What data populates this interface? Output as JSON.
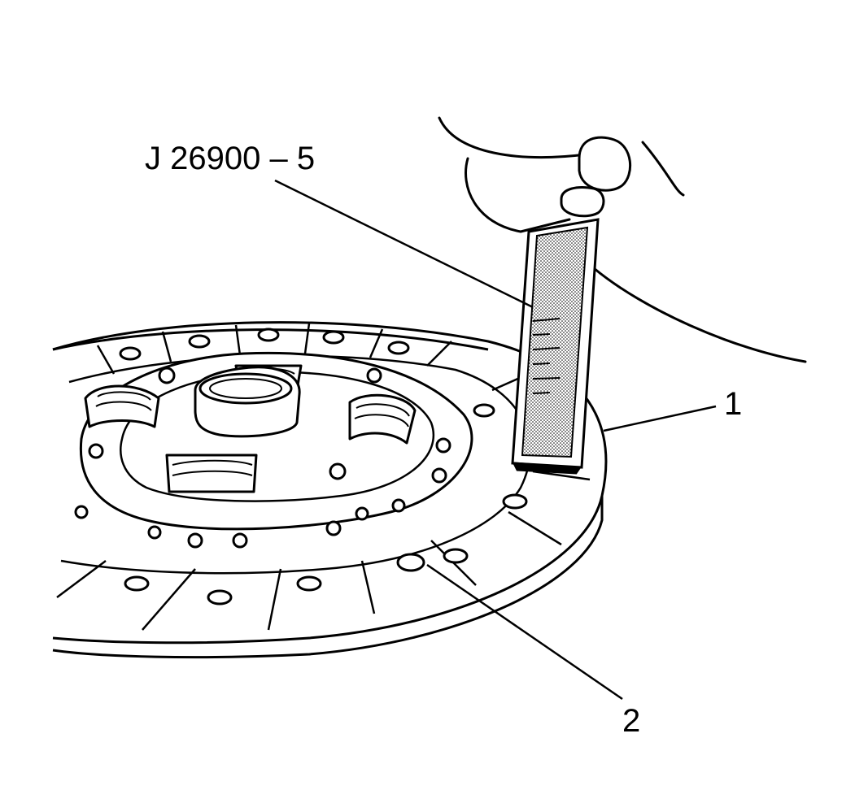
{
  "callouts": {
    "tool_label": "J 26900 – 5",
    "part_1": "1",
    "part_2": "2"
  },
  "colors": {
    "ink": "#000000",
    "paper": "#ffffff",
    "stipple": "#cfcfcf"
  }
}
